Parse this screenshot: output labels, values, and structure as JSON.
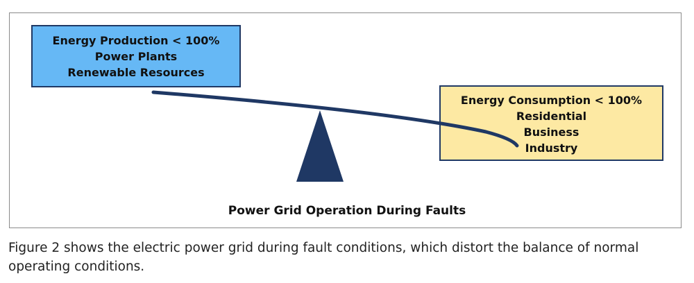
{
  "diagram": {
    "production": {
      "lines": [
        "Energy Production < 100%",
        "Power Plants",
        "Renewable Resources"
      ],
      "fill": "#66b8f5"
    },
    "consumption": {
      "lines": [
        "Energy Consumption < 100%",
        "Residential",
        "Business",
        "Industry"
      ],
      "fill": "#fde9a3"
    },
    "beam_color": "#1f3864",
    "fulcrum_color": "#1f3864",
    "title": "Power Grid Operation During Faults"
  },
  "caption": "Figure 2 shows the electric power grid during fault conditions, which distort the balance of normal operating conditions."
}
